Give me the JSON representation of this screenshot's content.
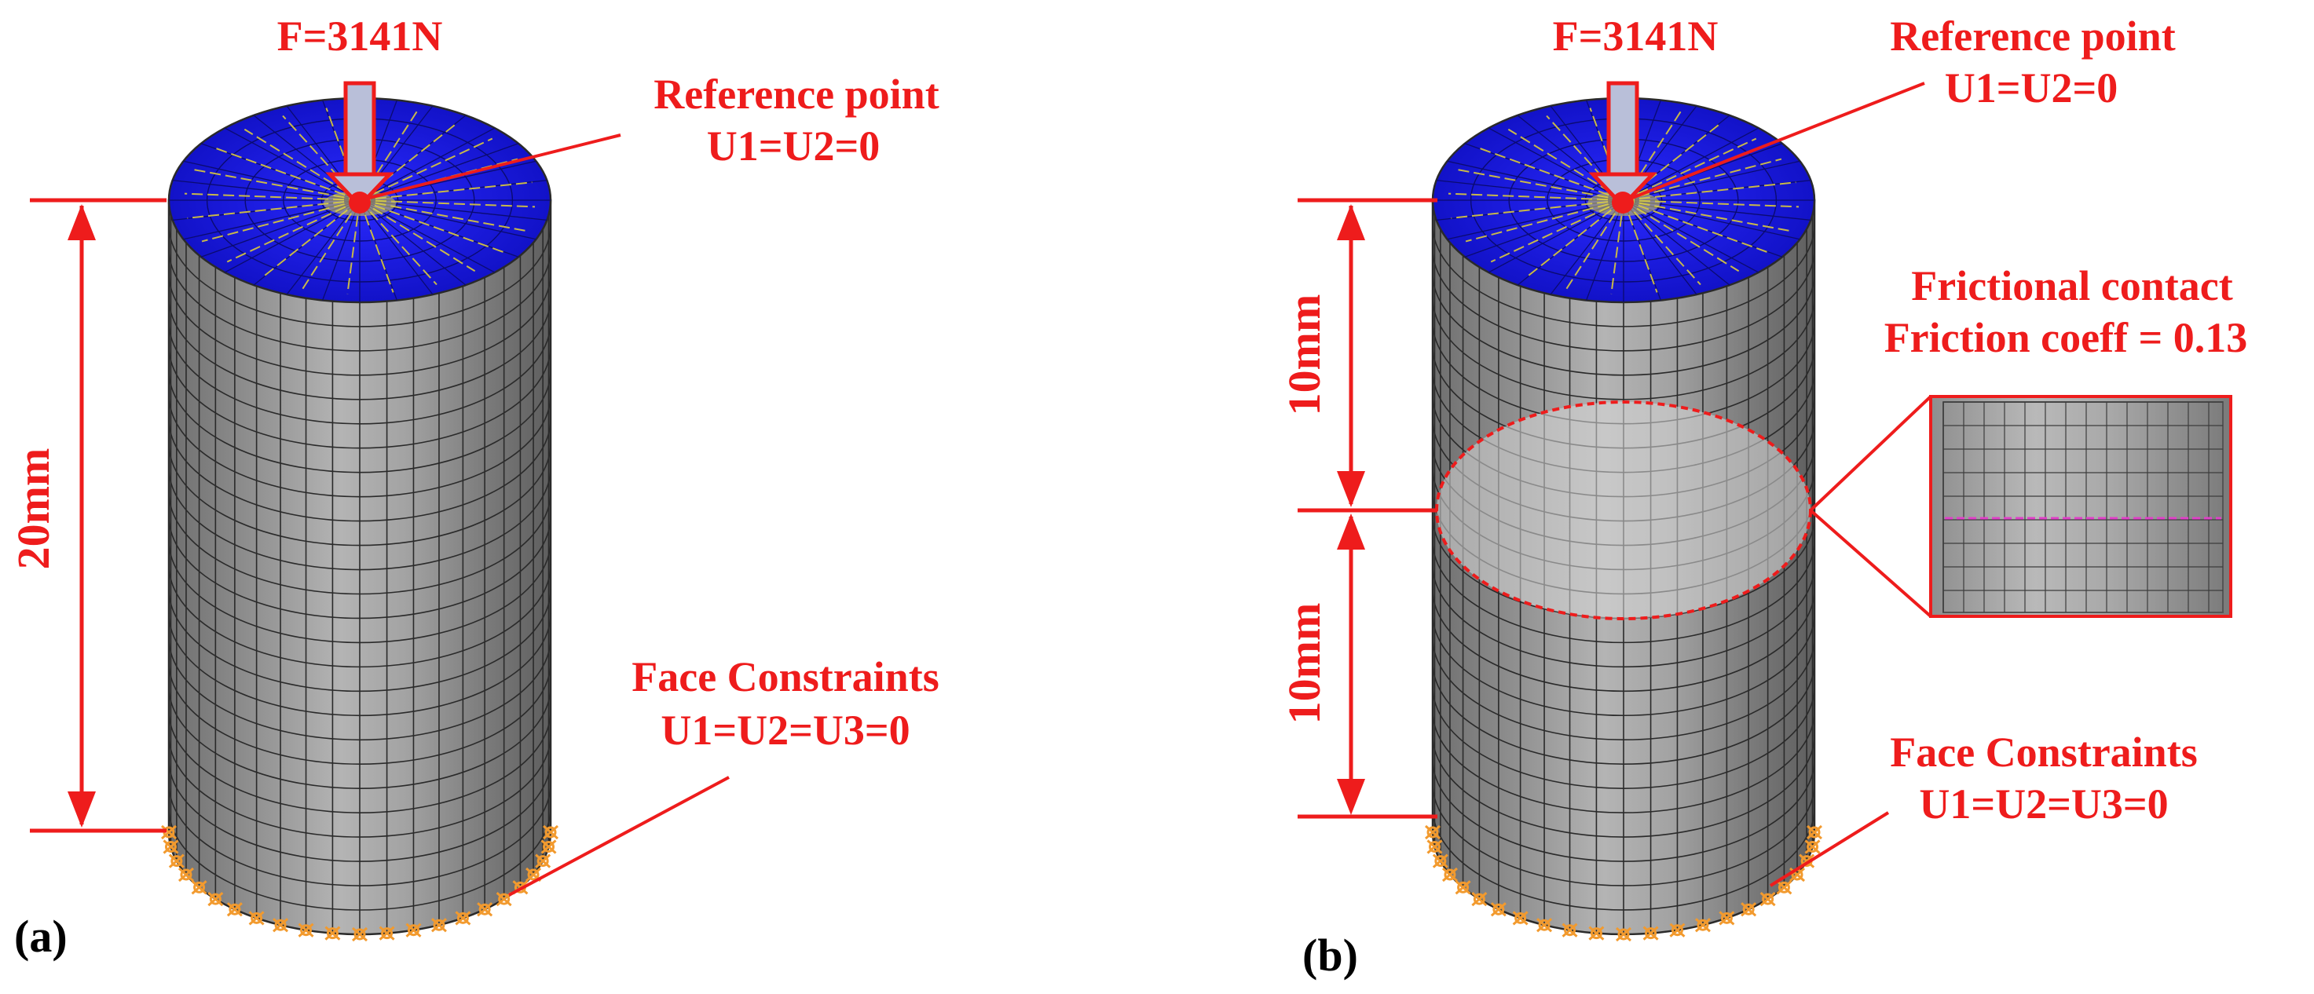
{
  "panel_a": {
    "panel_label": "(a)",
    "force": "F=3141N",
    "ref_title": "Reference point",
    "ref_value": "U1=U2=0",
    "dimension": "20mm",
    "face_title": "Face Constraints",
    "face_value": "U1=U2=U3=0"
  },
  "panel_b": {
    "panel_label": "(b)",
    "force": "F=3141N",
    "ref_title": "Reference point",
    "ref_value": "U1=U2=0",
    "dim_upper": "10mm",
    "dim_lower": "10mm",
    "contact_title": "Frictional contact",
    "contact_value": "Friction coeff = 0.13",
    "face_title": "Face Constraints",
    "face_value": "U1=U2=U3=0"
  },
  "colors": {
    "annotation": "#ee1c1c",
    "top_face": "#1a1ad6",
    "cylinder_body": "#8e8e8e",
    "mesh_lines": "#2a2a2a",
    "constraint_markers": "#f29a2e",
    "load_arrow": "#b9bfd9"
  }
}
